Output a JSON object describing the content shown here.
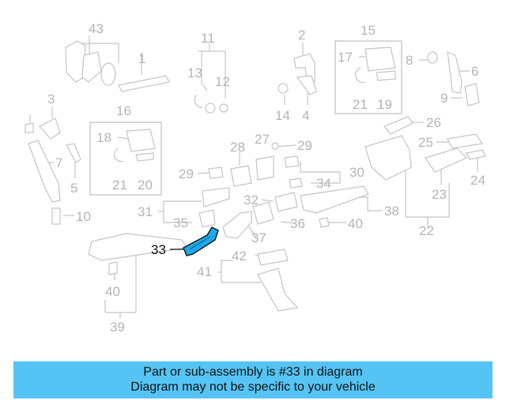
{
  "callouts": [
    "43",
    "11",
    "2",
    "15",
    "1",
    "13",
    "12",
    "17",
    "21",
    "19",
    "8",
    "6",
    "9",
    "3",
    "14",
    "4",
    "16",
    "26",
    "18",
    "28",
    "27",
    "29",
    "25",
    "7",
    "21",
    "20",
    "5",
    "29",
    "30",
    "24",
    "34",
    "23",
    "10",
    "31",
    "32",
    "35",
    "36",
    "40",
    "38",
    "22",
    "33",
    "37",
    "42",
    "41",
    "40",
    "39"
  ],
  "highlight": {
    "label": "33",
    "color": "#1ea8e8"
  },
  "banner": {
    "line1": "Part or sub-assembly is #33 in diagram",
    "line2": "Diagram may not be specific to your vehicle",
    "color": "#55c4f4"
  }
}
